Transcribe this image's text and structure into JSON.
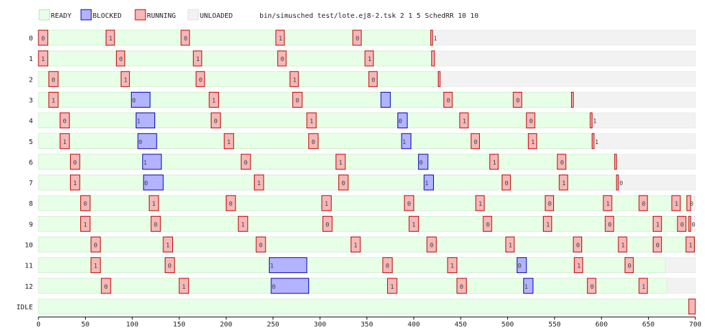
{
  "chart_data": {
    "type": "gantt",
    "legend": [
      {
        "label": "READY",
        "state": "ready",
        "fill": "#e6ffe6",
        "stroke": "#b8e0b8"
      },
      {
        "label": "BLOCKED",
        "state": "blocked",
        "fill": "#b3b3ff",
        "stroke": "#0000aa"
      },
      {
        "label": "RUNNING",
        "state": "running",
        "fill": "#f5b8b8",
        "stroke": "#c00000"
      },
      {
        "label": "UNLOADED",
        "state": "unloaded",
        "fill": "#f2f2f2",
        "stroke": "#dddddd"
      }
    ],
    "command": "bin/simusched test/lote.ej8-2.tsk 2 1 5 SchedRR 10 10",
    "xlim": [
      0,
      700
    ],
    "xticks": [
      0,
      50,
      100,
      150,
      200,
      250,
      300,
      350,
      400,
      450,
      500,
      550,
      600,
      650,
      700
    ],
    "rows": [
      {
        "label": "0",
        "unloaded_from": 420,
        "running": [
          [
            0,
            10,
            "0"
          ],
          [
            72,
            81,
            "1"
          ],
          [
            152,
            161,
            "0"
          ],
          [
            253,
            262,
            "1"
          ],
          [
            335,
            344,
            "0"
          ],
          [
            418,
            420,
            "1"
          ]
        ],
        "blocked": []
      },
      {
        "label": "1",
        "unloaded_from": 422,
        "running": [
          [
            0,
            10,
            "1"
          ],
          [
            83,
            92,
            "0"
          ],
          [
            165,
            174,
            "1"
          ],
          [
            255,
            264,
            "0"
          ],
          [
            348,
            357,
            "1"
          ],
          [
            419,
            422,
            ""
          ]
        ],
        "blocked": []
      },
      {
        "label": "2",
        "unloaded_from": 428,
        "running": [
          [
            11,
            21,
            "0"
          ],
          [
            88,
            97,
            "1"
          ],
          [
            168,
            177,
            "0"
          ],
          [
            268,
            277,
            "1"
          ],
          [
            352,
            361,
            "0"
          ],
          [
            426,
            428,
            ""
          ]
        ],
        "blocked": []
      },
      {
        "label": "3",
        "unloaded_from": 570,
        "running": [
          [
            11,
            21,
            "1"
          ],
          [
            182,
            192,
            "1"
          ],
          [
            271,
            281,
            "0"
          ],
          [
            432,
            441,
            "0"
          ],
          [
            506,
            515,
            "0"
          ],
          [
            568,
            570,
            ""
          ]
        ],
        "blocked": [
          [
            99,
            119,
            "0"
          ],
          [
            365,
            375,
            ""
          ]
        ]
      },
      {
        "label": "4",
        "unloaded_from": 590,
        "running": [
          [
            23,
            33,
            "0"
          ],
          [
            184,
            194,
            "0"
          ],
          [
            286,
            296,
            "1"
          ],
          [
            449,
            458,
            "1"
          ],
          [
            520,
            529,
            "0"
          ],
          [
            588,
            590,
            "1"
          ]
        ],
        "blocked": [
          [
            104,
            124,
            "1"
          ],
          [
            383,
            393,
            "0"
          ]
        ]
      },
      {
        "label": "5",
        "unloaded_from": 592,
        "running": [
          [
            23,
            33,
            "1"
          ],
          [
            198,
            208,
            "1"
          ],
          [
            288,
            298,
            "0"
          ],
          [
            461,
            470,
            "0"
          ],
          [
            522,
            531,
            "1"
          ],
          [
            590,
            592,
            "1"
          ]
        ],
        "blocked": [
          [
            106,
            126,
            "0"
          ],
          [
            387,
            397,
            "1"
          ]
        ]
      },
      {
        "label": "6",
        "unloaded_from": 616,
        "running": [
          [
            34,
            44,
            "0"
          ],
          [
            216,
            226,
            "0"
          ],
          [
            317,
            327,
            "1"
          ],
          [
            481,
            490,
            "1"
          ],
          [
            553,
            562,
            "0"
          ],
          [
            614,
            616,
            ""
          ]
        ],
        "blocked": [
          [
            111,
            131,
            "1"
          ],
          [
            405,
            415,
            "0"
          ]
        ]
      },
      {
        "label": "7",
        "unloaded_from": 618,
        "running": [
          [
            34,
            44,
            "1"
          ],
          [
            230,
            240,
            "1"
          ],
          [
            320,
            330,
            "0"
          ],
          [
            494,
            503,
            "0"
          ],
          [
            555,
            564,
            "1"
          ],
          [
            616,
            618,
            "0"
          ]
        ],
        "blocked": [
          [
            112,
            133,
            "0"
          ],
          [
            411,
            421,
            "1"
          ]
        ]
      },
      {
        "label": "8",
        "unloaded_from": 695,
        "running": [
          [
            45,
            55,
            "0"
          ],
          [
            118,
            128,
            "1"
          ],
          [
            200,
            210,
            "0"
          ],
          [
            302,
            312,
            "1"
          ],
          [
            390,
            400,
            "0"
          ],
          [
            466,
            475,
            "1"
          ],
          [
            540,
            549,
            "0"
          ],
          [
            602,
            611,
            "1"
          ],
          [
            640,
            649,
            "0"
          ],
          [
            675,
            684,
            "1"
          ],
          [
            691,
            695,
            "0"
          ]
        ],
        "blocked": []
      },
      {
        "label": "9",
        "unloaded_from": 695,
        "running": [
          [
            45,
            55,
            "1"
          ],
          [
            120,
            130,
            "0"
          ],
          [
            213,
            223,
            "1"
          ],
          [
            303,
            313,
            "0"
          ],
          [
            395,
            405,
            "1"
          ],
          [
            474,
            483,
            "0"
          ],
          [
            538,
            547,
            "1"
          ],
          [
            604,
            613,
            "0"
          ],
          [
            655,
            664,
            "1"
          ],
          [
            681,
            690,
            "0"
          ],
          [
            693,
            695,
            "0"
          ]
        ],
        "blocked": []
      },
      {
        "label": "10",
        "unloaded_from": null,
        "running": [
          [
            56,
            66,
            "0"
          ],
          [
            133,
            143,
            "1"
          ],
          [
            232,
            242,
            "0"
          ],
          [
            333,
            343,
            "1"
          ],
          [
            414,
            424,
            "0"
          ],
          [
            498,
            507,
            "1"
          ],
          [
            570,
            579,
            "0"
          ],
          [
            618,
            627,
            "1"
          ],
          [
            655,
            664,
            "0"
          ],
          [
            690,
            699,
            "1"
          ]
        ],
        "blocked": []
      },
      {
        "label": "11",
        "unloaded_from": 668,
        "running": [
          [
            56,
            66,
            "1"
          ],
          [
            135,
            145,
            "0"
          ],
          [
            367,
            377,
            "0"
          ],
          [
            436,
            446,
            "1"
          ],
          [
            571,
            580,
            "1"
          ],
          [
            625,
            634,
            "0"
          ]
        ],
        "blocked": [
          [
            246,
            286,
            "1"
          ],
          [
            510,
            520,
            "0"
          ]
        ]
      },
      {
        "label": "12",
        "unloaded_from": 670,
        "running": [
          [
            67,
            77,
            "0"
          ],
          [
            150,
            160,
            "1"
          ],
          [
            372,
            382,
            "1"
          ],
          [
            446,
            456,
            "0"
          ],
          [
            585,
            594,
            "0"
          ],
          [
            640,
            649,
            "1"
          ]
        ],
        "blocked": [
          [
            248,
            288,
            "0"
          ],
          [
            517,
            527,
            "1"
          ]
        ]
      },
      {
        "label": "IDLE",
        "unloaded_from": null,
        "running": [
          [
            693,
            700,
            ""
          ]
        ],
        "blocked": []
      }
    ]
  }
}
